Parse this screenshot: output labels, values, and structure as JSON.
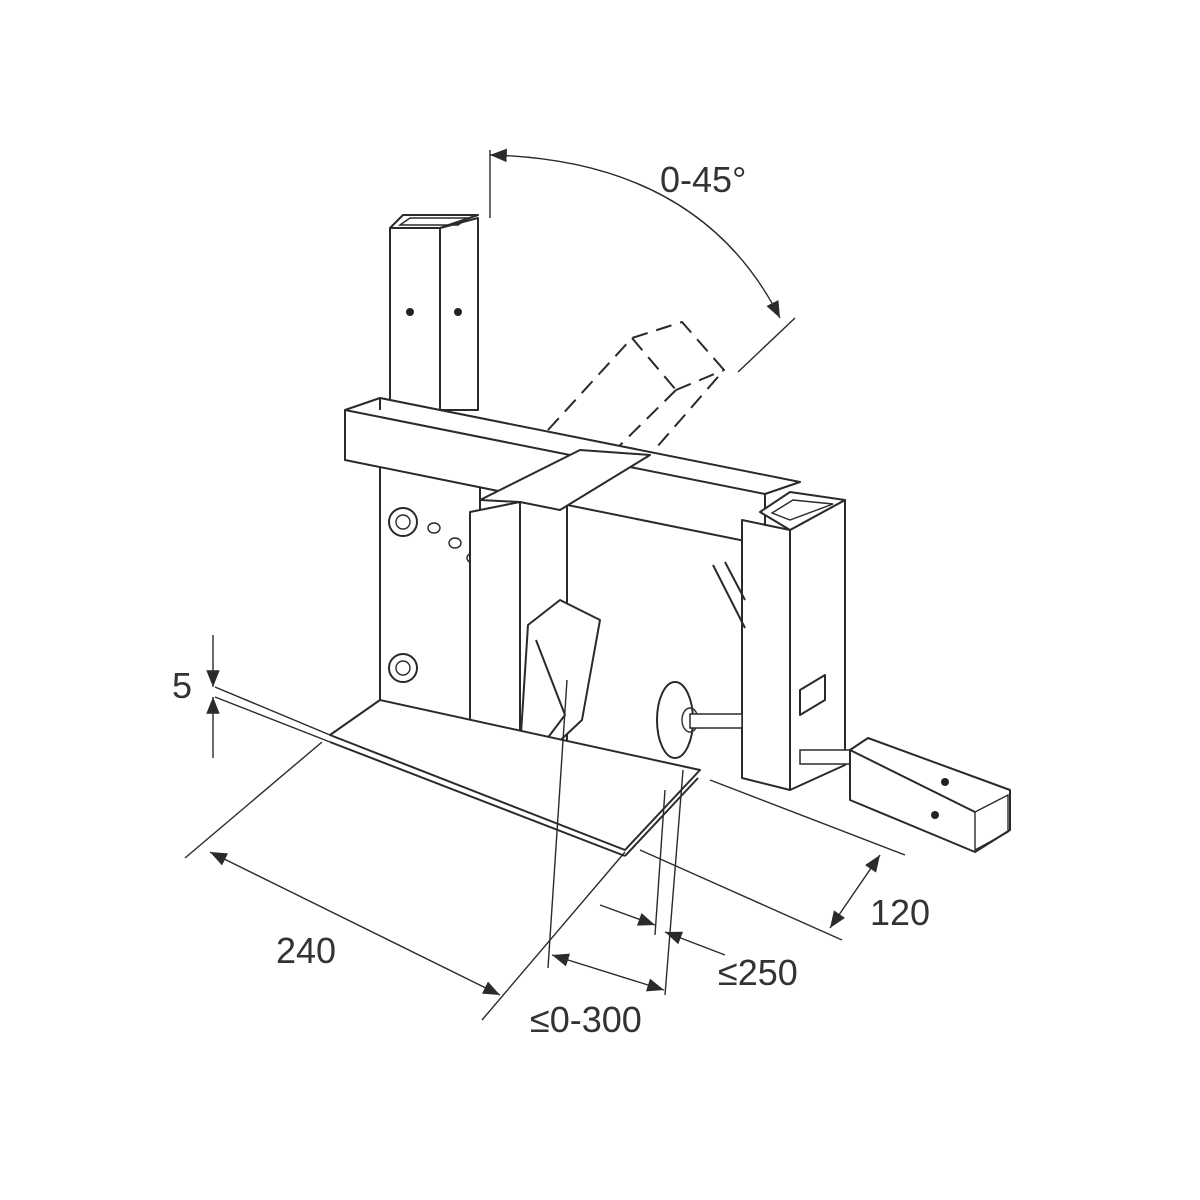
{
  "diagram": {
    "dimensions": {
      "angle": "0-45°",
      "plate_thickness": "5",
      "plate_depth": "240",
      "clamp_range": "≤0-300",
      "jaw_opening": "≤250",
      "height_offset": "120"
    }
  }
}
